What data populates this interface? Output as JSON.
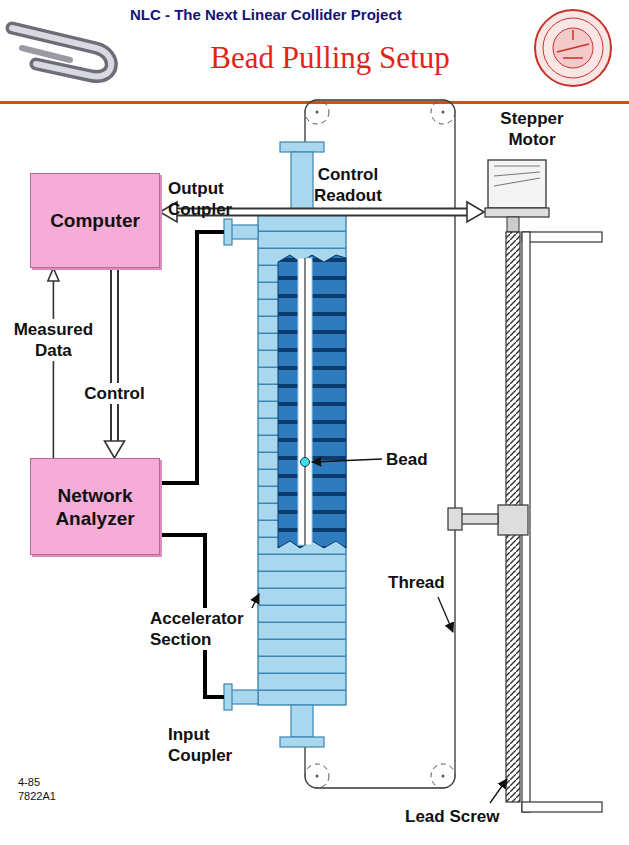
{
  "diagram": {
    "title": "Bead Pulling Setup",
    "nodes": [
      {
        "text": [
          "Computer"
        ]
      },
      {
        "text": [
          "Network Analyzer"
        ]
      },
      {
        "text": [
          "Stepper Motor"
        ]
      }
    ],
    "edges": [
      {
        "from": 0,
        "to": 2,
        "arrow": "both",
        "label": "Control Readout"
      },
      {
        "from": 0,
        "to": 1,
        "arrow": "to",
        "label": "Control"
      },
      {
        "from": 1,
        "to": 0,
        "arrow": "to",
        "label": "Measured Data"
      }
    ],
    "labels": [
      "NLC - The Next Linear Collider Project",
      "Output Coupler",
      "Bead",
      "Accelerator Section",
      "Thread",
      "Input Coupler",
      "Lead Screw",
      "4-85",
      "7822A1"
    ]
  }
}
